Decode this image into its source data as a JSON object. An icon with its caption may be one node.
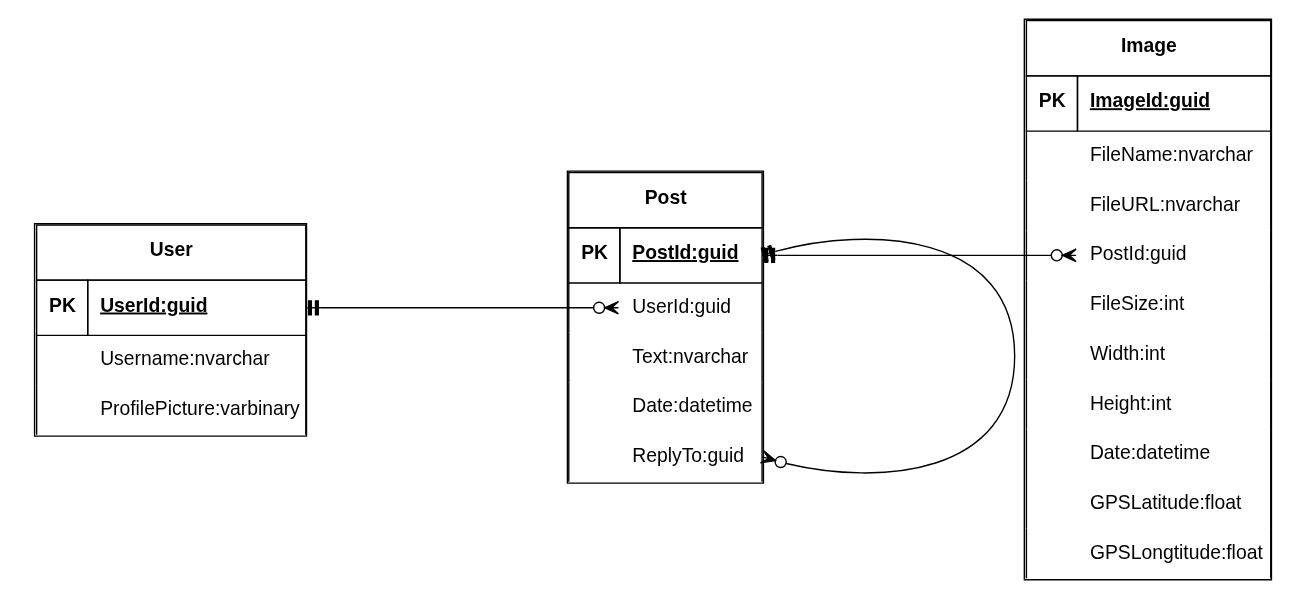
{
  "diagram": {
    "nodes": [
      {
        "text": [
          "User",
          "PK",
          "UserId:guid",
          "Username:nvarchar",
          "ProfilePicture:varbinary"
        ]
      },
      {
        "text": [
          "Post",
          "PK",
          "PostId:guid",
          "UserId:guid",
          "Text:nvarchar",
          "Date:datetime",
          "ReplyTo:guid"
        ]
      },
      {
        "text": [
          "Image",
          "PK",
          "ImageId:guid",
          "FileName:nvarchar",
          "FileURL:nvarchar",
          "PostId:guid",
          "FileSize:int",
          "Width:int",
          "Height:int",
          "Date:datetime",
          "GPSLatitude:float",
          "GPSLongtitude:float"
        ]
      }
    ],
    "edges": [
      {
        "from": 0,
        "to": 1,
        "arrow": "other"
      },
      {
        "from": 1,
        "to": 2,
        "arrow": "other"
      },
      {
        "from": 1,
        "to": 1,
        "arrow": "other"
      }
    ]
  }
}
